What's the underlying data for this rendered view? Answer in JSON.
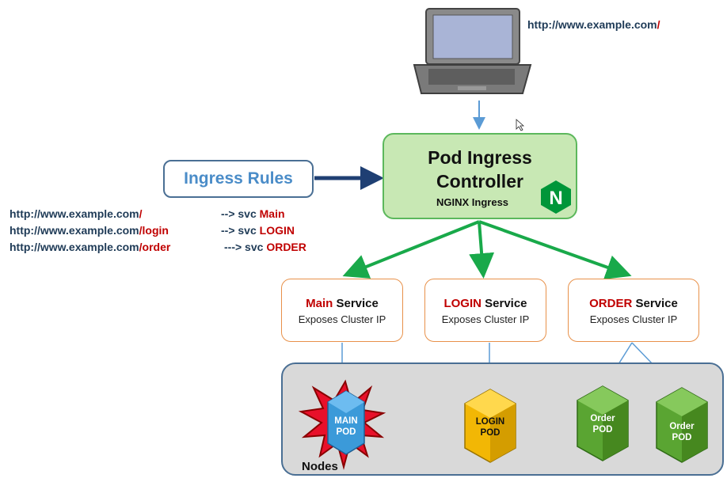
{
  "client": {
    "url_prefix": "http://www.example.com",
    "url_slash": "/"
  },
  "controller": {
    "title_line1": "Pod Ingress",
    "title_line2": "Controller",
    "subtitle": "NGINX Ingress",
    "logo_letter": "N"
  },
  "ingress_rules": {
    "label": "Ingress Rules",
    "rules": [
      {
        "host": "http://www.example.com",
        "path": "/",
        "arrow": "--> svc",
        "service": "Main"
      },
      {
        "host": "http://www.example.com",
        "path": "/login",
        "arrow": "--> svc",
        "service": "LOGIN"
      },
      {
        "host": "http://www.example.com",
        "path": "/order",
        "arrow": "---> svc",
        "service": "ORDER"
      }
    ]
  },
  "services": [
    {
      "name": "Main",
      "suffix": "Service",
      "desc": "Exposes Cluster IP"
    },
    {
      "name": "LOGIN",
      "suffix": "Service",
      "desc": "Exposes Cluster IP"
    },
    {
      "name": "ORDER",
      "suffix": "Service",
      "desc": "Exposes Cluster IP"
    }
  ],
  "nodes": {
    "label": "Nodes",
    "pods": [
      {
        "line1": "MAIN",
        "line2": "POD",
        "color": "#3b9ad9",
        "state": "crashed"
      },
      {
        "line1": "LOGIN",
        "line2": "POD",
        "color": "#f2b705"
      },
      {
        "line1": "Order",
        "line2": "POD",
        "color": "#5aa532"
      },
      {
        "line1": "Order",
        "line2": "POD",
        "color": "#5aa532"
      }
    ]
  },
  "colors": {
    "controller_fill": "#c8e8b4",
    "controller_border": "#5cb85c",
    "service_border": "#e8914a",
    "highlight_red": "#c00000",
    "rules_text": "#4a8cc8",
    "nginx_green": "#009639"
  }
}
